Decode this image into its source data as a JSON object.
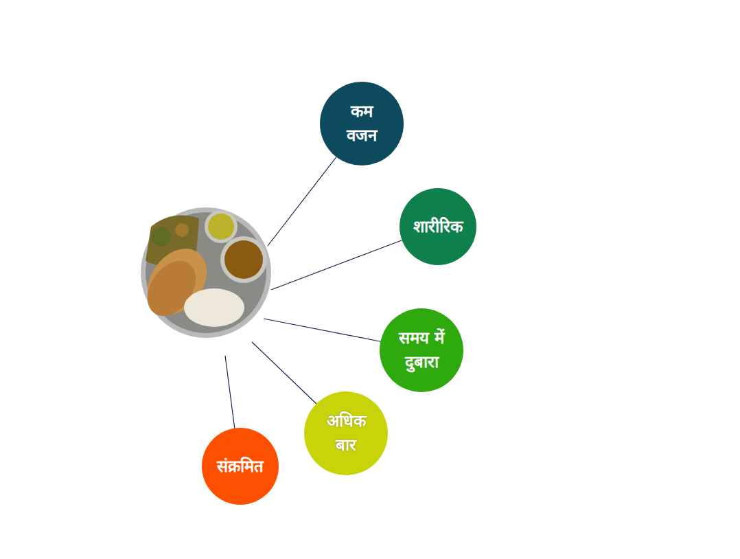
{
  "diagram": {
    "nodes": [
      {
        "text": [
          "कम वजन"
        ]
      },
      {
        "text": [
          "शारीरिक"
        ]
      },
      {
        "text": [
          "समय में दुबारा"
        ]
      },
      {
        "text": [
          "अधिक बार"
        ]
      },
      {
        "text": [
          "संक्रमित"
        ]
      }
    ]
  }
}
